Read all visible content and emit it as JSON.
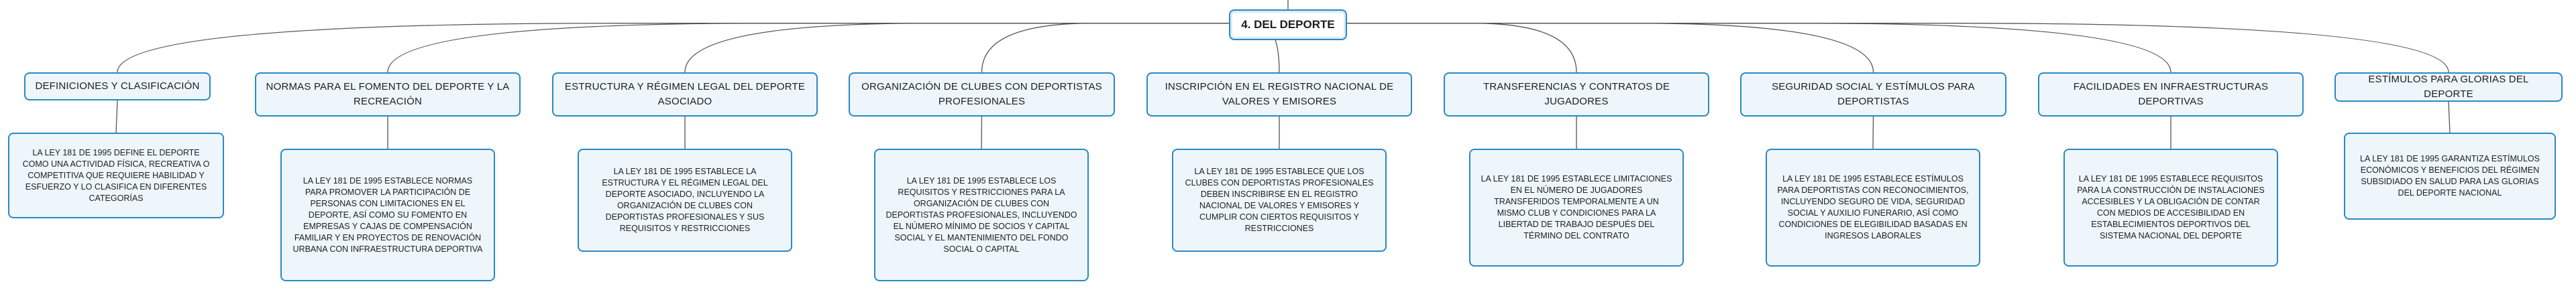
{
  "root": {
    "label": "4. DEL DEPORTE"
  },
  "categories": [
    {
      "title": "DEFINICIONES Y CLASIFICACIÓN",
      "description": "LA LEY 181 DE 1995 DEFINE EL DEPORTE COMO UNA ACTIVIDAD FÍSICA, RECREATIVA O COMPETITIVA QUE REQUIERE HABILIDAD Y ESFUERZO Y LO CLASIFICA EN DIFERENTES CATEGORÍAS"
    },
    {
      "title": "NORMAS PARA EL FOMENTO DEL DEPORTE Y LA RECREACIÓN",
      "description": "LA LEY 181 DE 1995 ESTABLECE NORMAS PARA PROMOVER LA PARTICIPACIÓN DE PERSONAS CON LIMITACIONES EN EL DEPORTE, ASÍ COMO SU FOMENTO EN EMPRESAS Y CAJAS DE COMPENSACIÓN FAMILIAR Y EN PROYECTOS DE RENOVACIÓN URBANA CON INFRAESTRUCTURA DEPORTIVA"
    },
    {
      "title": "ESTRUCTURA Y RÉGIMEN LEGAL DEL DEPORTE ASOCIADO",
      "description": "LA LEY 181 DE 1995 ESTABLECE LA ESTRUCTURA Y EL RÉGIMEN LEGAL DEL DEPORTE ASOCIADO, INCLUYENDO LA ORGANIZACIÓN DE CLUBES CON DEPORTISTAS PROFESIONALES Y SUS REQUISITOS Y RESTRICCIONES"
    },
    {
      "title": "ORGANIZACIÓN DE CLUBES CON DEPORTISTAS PROFESIONALES",
      "description": "LA LEY 181 DE 1995 ESTABLECE LOS REQUISITOS Y RESTRICCIONES PARA LA ORGANIZACIÓN DE CLUBES CON DEPORTISTAS PROFESIONALES, INCLUYENDO EL NÚMERO MÍNIMO DE SOCIOS Y CAPITAL SOCIAL Y EL MANTENIMIENTO DEL FONDO SOCIAL O CAPITAL"
    },
    {
      "title": "INSCRIPCIÓN EN EL REGISTRO NACIONAL DE VALORES Y EMISORES",
      "description": "LA LEY 181 DE 1995 ESTABLECE QUE LOS CLUBES CON DEPORTISTAS PROFESIONALES DEBEN INSCRIBIRSE EN EL REGISTRO NACIONAL DE VALORES Y EMISORES Y CUMPLIR CON CIERTOS REQUISITOS Y RESTRICCIONES"
    },
    {
      "title": "TRANSFERENCIAS Y CONTRATOS DE JUGADORES",
      "description": "LA LEY 181 DE 1995 ESTABLECE LIMITACIONES EN EL NÚMERO DE JUGADORES TRANSFERIDOS TEMPORALMENTE A UN MISMO CLUB Y CONDICIONES PARA LA LIBERTAD DE TRABAJO DESPUÉS DEL TÉRMINO DEL CONTRATO"
    },
    {
      "title": "SEGURIDAD SOCIAL Y ESTÍMULOS PARA DEPORTISTAS",
      "description": "LA LEY 181 DE 1995 ESTABLECE ESTÍMULOS PARA DEPORTISTAS CON RECONOCIMIENTOS, INCLUYENDO SEGURO DE VIDA, SEGURIDAD SOCIAL Y AUXILIO FUNERARIO, ASÍ COMO CONDICIONES DE ELEGIBILIDAD BASADAS EN INGRESOS LABORALES"
    },
    {
      "title": "FACILIDADES EN INFRAESTRUCTURAS DEPORTIVAS",
      "description": "LA LEY 181 DE 1995 ESTABLECE REQUISITOS PARA LA CONSTRUCCIÓN DE INSTALACIONES ACCESIBLES Y LA OBLIGACIÓN DE CONTAR CON MEDIOS DE ACCESIBILIDAD EN ESTABLECIMIENTOS DEPORTIVOS DEL SISTEMA NACIONAL DEL DEPORTE"
    },
    {
      "title": "ESTÍMULOS PARA GLORIAS DEL DEPORTE",
      "description": "LA LEY 181 DE 1995 GARANTIZA ESTÍMULOS ECONÓMICOS Y BENEFICIOS DEL RÉGIMEN SUBSIDIADO EN SALUD PARA LAS GLORIAS DEL DEPORTE NACIONAL"
    }
  ]
}
